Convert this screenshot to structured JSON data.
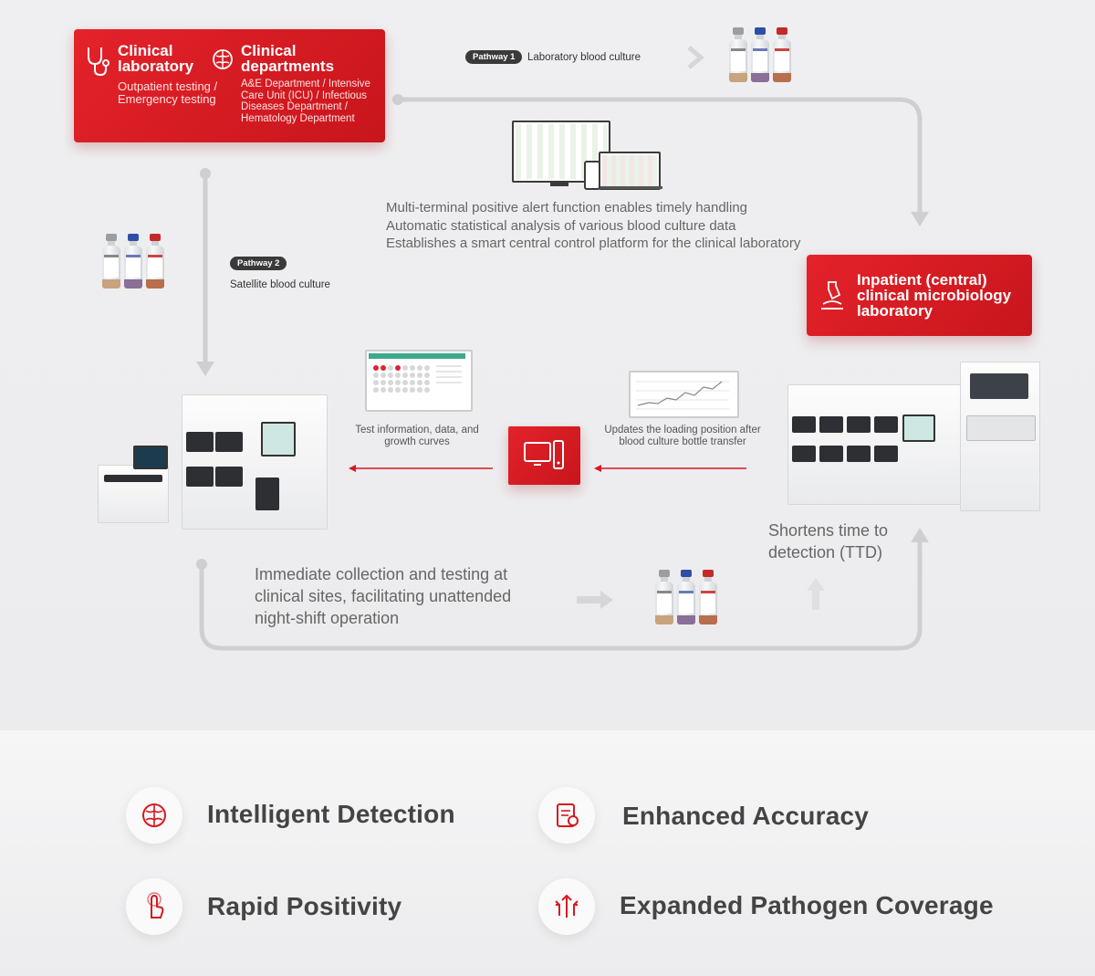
{
  "clinical_box": {
    "lab_title": "Clinical laboratory",
    "lab_sub": "Outpatient testing / Emergency testing",
    "dept_title": "Clinical departments",
    "dept_sub": "A&E Department / Intensive Care Unit (ICU) / Infectious Diseases Department / Hematology Department"
  },
  "inpatient_box": {
    "title": "Inpatient (central) clinical microbiology laboratory"
  },
  "pathway1": {
    "tag": "Pathway 1",
    "label": "Laboratory blood culture"
  },
  "pathway2": {
    "tag": "Pathway 2",
    "label": "Satellite blood culture"
  },
  "central_features": [
    "Multi-terminal positive alert function enables timely handling",
    "Automatic statistical analysis of various blood culture data",
    "Establishes a smart central control platform for the clinical laboratory"
  ],
  "left_caption": "Test information, data, and growth curves",
  "right_caption": "Updates the loading position after blood culture bottle transfer",
  "shortens_text": "Shortens time to detection (TTD)",
  "immediate_text": "Immediate collection and testing at clinical sites, facilitating unattended night-shift operation",
  "features": [
    {
      "label": "Intelligent Detection",
      "icon": "brain-icon"
    },
    {
      "label": "Enhanced Accuracy",
      "icon": "report-icon"
    },
    {
      "label": "Rapid Positivity",
      "icon": "touch-icon"
    },
    {
      "label": "Expanded Pathogen Coverage",
      "icon": "arrows-icon"
    }
  ],
  "colors": {
    "accent_red": "#d71920",
    "flow_line": "#cfcfd2",
    "text_gray": "#666666"
  }
}
